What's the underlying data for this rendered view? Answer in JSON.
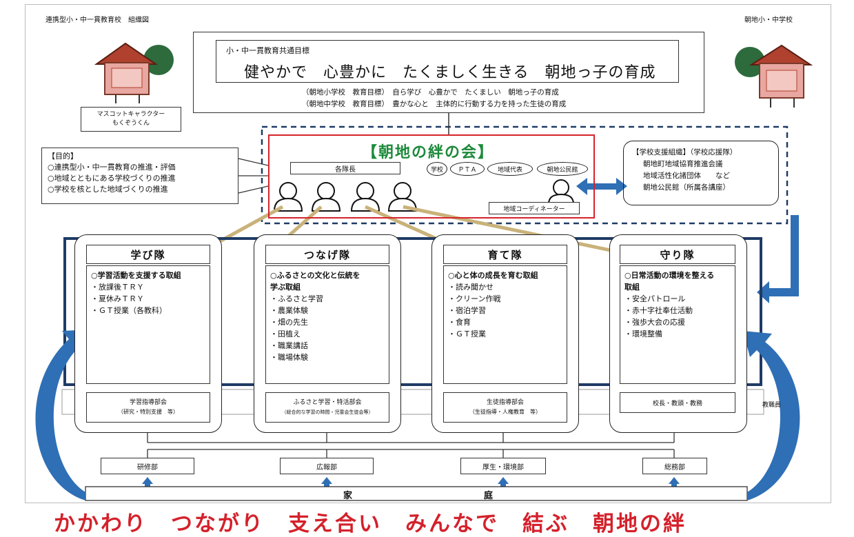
{
  "header": {
    "left_title": "連携型小・中一貫教育校　組織図",
    "right_title": "朝地小・中学校"
  },
  "goal": {
    "caption": "小・中一貫教育共通目標",
    "main": "健やかで　心豊かに　たくましく生きる　朝地っ子の育成",
    "sub1": "（朝地小学校　教育目標）　自ら学び　心豊かで　たくましい　朝地っ子の育成",
    "sub2": "（朝地中学校　教育目標）　豊かな心と　主体的に行動する力を持った生徒の育成"
  },
  "mascot": {
    "label_line1": "マスコットキャラクター",
    "label_line2": "もくぞうくん"
  },
  "purpose": {
    "title": "【目的】",
    "items": [
      "○連携型小・中一貫教育の推進・評価",
      "○地域とともにある学校づくりの推進",
      "○学校を核とした地域づくりの推進"
    ]
  },
  "council": {
    "title": "【朝地の絆の会】",
    "leaders": "各隊長",
    "members": [
      "学校",
      "ＰＴＡ",
      "地域代表",
      "朝地公民館"
    ],
    "coordinator": "地域コーディネーター"
  },
  "support": {
    "title": "【学校支援組織】（学校応援隊）",
    "items": [
      "朝地町地域協育推進会議",
      "地域活性化諸団体　　など",
      "朝地公民館（所属各講座）"
    ]
  },
  "teams": [
    {
      "name": "学び隊",
      "heading": [
        "○学習活動を支援する取組"
      ],
      "items": [
        "・放課後ＴＲＹ",
        "・夏休みＴＲＹ",
        "・ＧＴ授業（各教科）"
      ],
      "dept": "学習指導部会",
      "dept_sub": "（研究・特別支援　等）"
    },
    {
      "name": "つなげ隊",
      "heading": [
        "○ふるさとの文化と伝統を",
        "学ぶ取組"
      ],
      "items": [
        "・ふるさと学習",
        "・農業体験",
        "・畑の先生",
        "・田植え",
        "・職業講話",
        "・職場体験"
      ],
      "dept": "ふるさと学習・特活部会",
      "dept_sub": "（総合的な学習の時間・児童会生徒会等）"
    },
    {
      "name": "育て隊",
      "heading": [
        "○心と体の成長を育む取組"
      ],
      "items": [
        "・読み聞かせ",
        "・クリーン作戦",
        "・宿泊学習",
        "・食育",
        "・ＧＴ授業"
      ],
      "dept": "生徒指導部会",
      "dept_sub": "（生徒指導・人権教育　等）"
    },
    {
      "name": "守り隊",
      "heading": [
        "○日常活動の環境を整える",
        "取組"
      ],
      "items": [
        "・安全パトロール",
        "・赤十字社奉仕活動",
        "・強歩大会の応援",
        "・環境整備"
      ],
      "dept": "校長・教頭・教務",
      "dept_sub": ""
    }
  ],
  "staff_label": "教職員",
  "bottom_depts": [
    "研修部",
    "広報部",
    "厚生・環境部",
    "総務部"
  ],
  "family": [
    "家",
    "庭"
  ],
  "slogan": "かかわり　つながり　支え合い　みんなで　結ぶ　朝地の絆",
  "colors": {
    "council_border": "#d6232b",
    "team_frame": "#1f3b66",
    "arrow_blue": "#2f6fb5",
    "arrow_tan": "#c9b27a",
    "slogan": "#d4212b"
  }
}
